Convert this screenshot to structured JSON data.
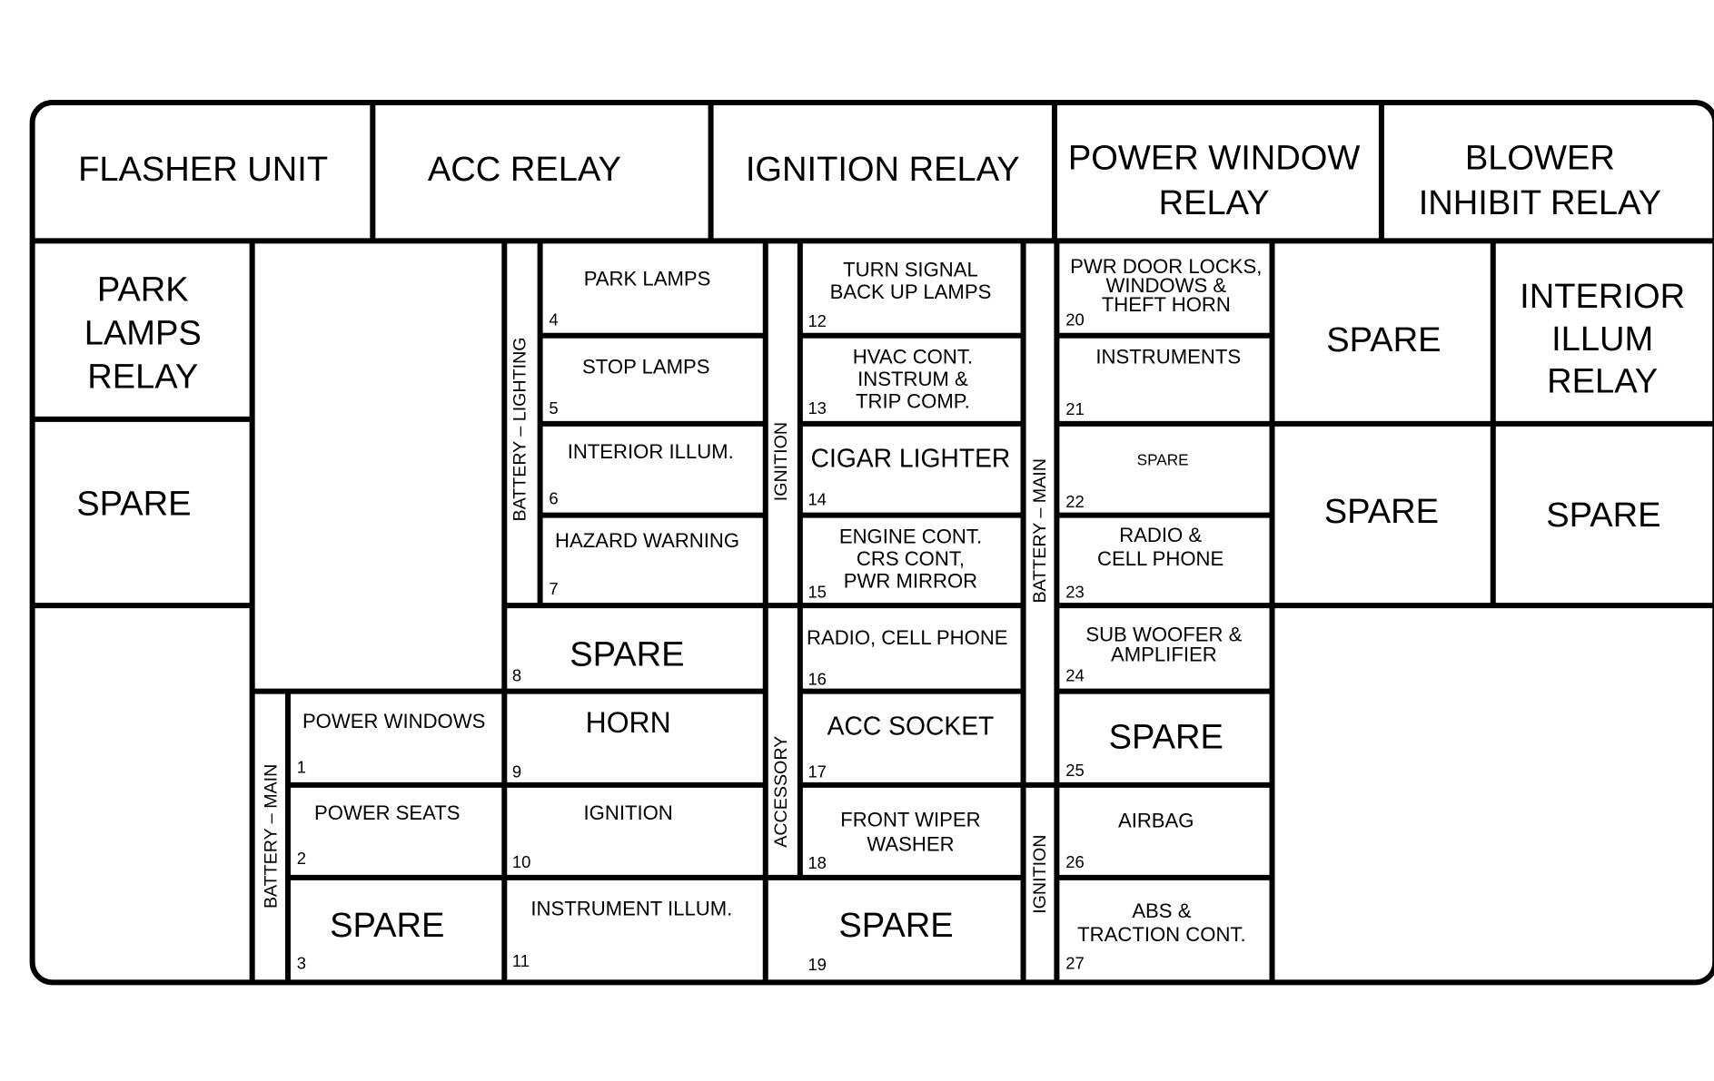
{
  "relays": {
    "flasher_unit": "FLASHER UNIT",
    "acc_relay": "ACC RELAY",
    "ignition_relay": "IGNITION RELAY",
    "power_window_relay": [
      "POWER WINDOW",
      "RELAY"
    ],
    "blower_inhibit_relay": [
      "BLOWER",
      "INHIBIT RELAY"
    ],
    "park_lamps_relay": [
      "PARK",
      "LAMPS",
      "RELAY"
    ],
    "interior_illum_relay": [
      "INTERIOR",
      "ILLUM",
      "RELAY"
    ]
  },
  "spare_label": "SPARE",
  "bus_labels": {
    "battery_lighting": "BATTERY – LIGHTING",
    "battery_main": "BATTERY – MAIN",
    "ignition": "IGNITION",
    "accessory": "ACCESSORY"
  },
  "fuses": [
    {
      "number": "1",
      "label": [
        "POWER WINDOWS"
      ]
    },
    {
      "number": "2",
      "label": [
        "POWER SEATS"
      ]
    },
    {
      "number": "3",
      "label": [
        "SPARE"
      ]
    },
    {
      "number": "4",
      "label": [
        "PARK LAMPS"
      ]
    },
    {
      "number": "5",
      "label": [
        "STOP LAMPS"
      ]
    },
    {
      "number": "6",
      "label": [
        "INTERIOR ILLUM."
      ]
    },
    {
      "number": "7",
      "label": [
        "HAZARD WARNING"
      ]
    },
    {
      "number": "8",
      "label": [
        "SPARE"
      ]
    },
    {
      "number": "9",
      "label": [
        "HORN"
      ]
    },
    {
      "number": "10",
      "label": [
        "IGNITION"
      ]
    },
    {
      "number": "11",
      "label": [
        "INSTRUMENT ILLUM."
      ]
    },
    {
      "number": "12",
      "label": [
        "TURN SIGNAL",
        "BACK UP LAMPS"
      ]
    },
    {
      "number": "13",
      "label": [
        "HVAC CONT.",
        "INSTRUM &",
        "TRIP COMP."
      ]
    },
    {
      "number": "14",
      "label": [
        "CIGAR LIGHTER"
      ]
    },
    {
      "number": "15",
      "label": [
        "ENGINE CONT.",
        "CRS CONT,",
        "PWR MIRROR"
      ]
    },
    {
      "number": "16",
      "label": [
        "RADIO, CELL PHONE"
      ]
    },
    {
      "number": "17",
      "label": [
        "ACC SOCKET"
      ]
    },
    {
      "number": "18",
      "label": [
        "FRONT WIPER",
        "WASHER"
      ]
    },
    {
      "number": "19",
      "label": [
        "SPARE"
      ]
    },
    {
      "number": "20",
      "label": [
        "PWR DOOR LOCKS,",
        "WINDOWS &",
        "THEFT HORN"
      ]
    },
    {
      "number": "21",
      "label": [
        "INSTRUMENTS"
      ]
    },
    {
      "number": "22",
      "label": [
        "SPARE"
      ]
    },
    {
      "number": "23",
      "label": [
        "RADIO &",
        "CELL PHONE"
      ]
    },
    {
      "number": "24",
      "label": [
        "SUB WOOFER &",
        "AMPLIFIER"
      ]
    },
    {
      "number": "25",
      "label": [
        "SPARE"
      ]
    },
    {
      "number": "26",
      "label": [
        "AIRBAG"
      ]
    },
    {
      "number": "27",
      "label": [
        "ABS &",
        "TRACTION CONT."
      ]
    }
  ]
}
